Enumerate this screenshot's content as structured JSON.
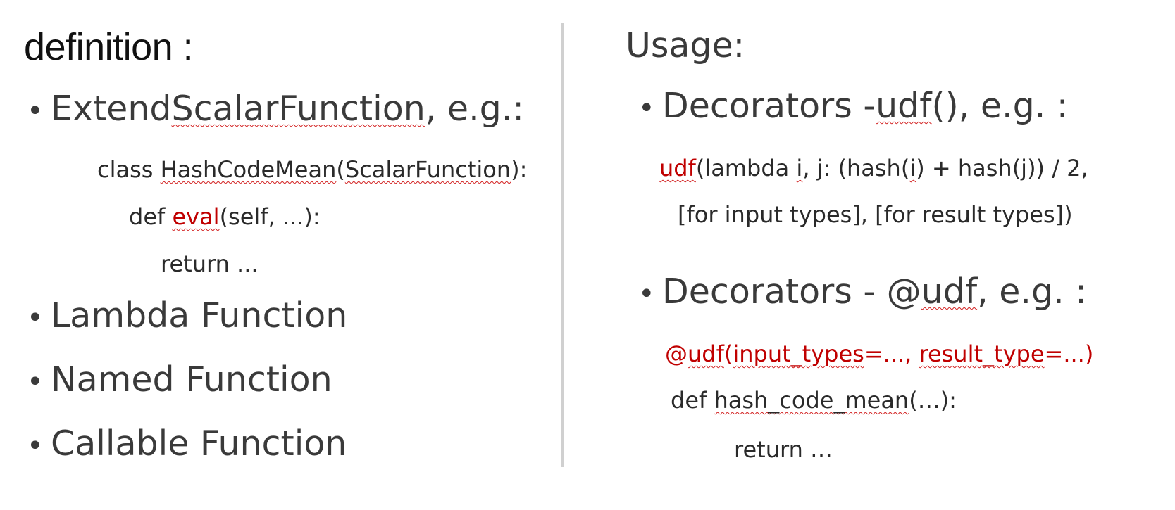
{
  "left": {
    "heading": "definition :",
    "bullet_glyph": "•",
    "extend": {
      "prefix": "Extend ",
      "term": "ScalarFunction",
      "suffix": ", e.g.:"
    },
    "code": {
      "line1": {
        "a": "class ",
        "b": "HashCodeMean",
        "c": "(",
        "d": "ScalarFunction",
        "e": "):"
      },
      "line2": {
        "a": "def ",
        "b": "eval",
        "c": "(self, ...):"
      },
      "line3": "return ..."
    },
    "items": [
      "Lambda Function",
      "Named Function",
      "Callable Function"
    ]
  },
  "right": {
    "heading": "Usage:",
    "bullet_glyph": "•",
    "decorator1": {
      "prefix": "Decorators - ",
      "term": "udf",
      "suffix": "(), e.g. :"
    },
    "code1": {
      "line1": {
        "a": "udf",
        "b": "(lambda ",
        "c": "i",
        "d": ", j: (hash(",
        "e": "i",
        "f": ") + hash(j)) / 2,"
      },
      "line2": "[for input types], [for result types])"
    },
    "decorator2": {
      "prefix": "Decorators - @",
      "term": "udf",
      "suffix": ",  e.g. :"
    },
    "code2": {
      "line1": {
        "a": "@",
        "b": "udf",
        "c": "(",
        "d": "input_types",
        "e": "=..., ",
        "f": "result_type",
        "g": "=...)"
      },
      "line2": {
        "a": "def ",
        "b": "hash_code_mean",
        "c": "(…):"
      },
      "line3": "return …"
    }
  },
  "colors": {
    "text": "#3a3a3a",
    "heading": "#111111",
    "code_red": "#c00000",
    "spell_underline": "#d22020",
    "divider": "#d0d0d0"
  }
}
